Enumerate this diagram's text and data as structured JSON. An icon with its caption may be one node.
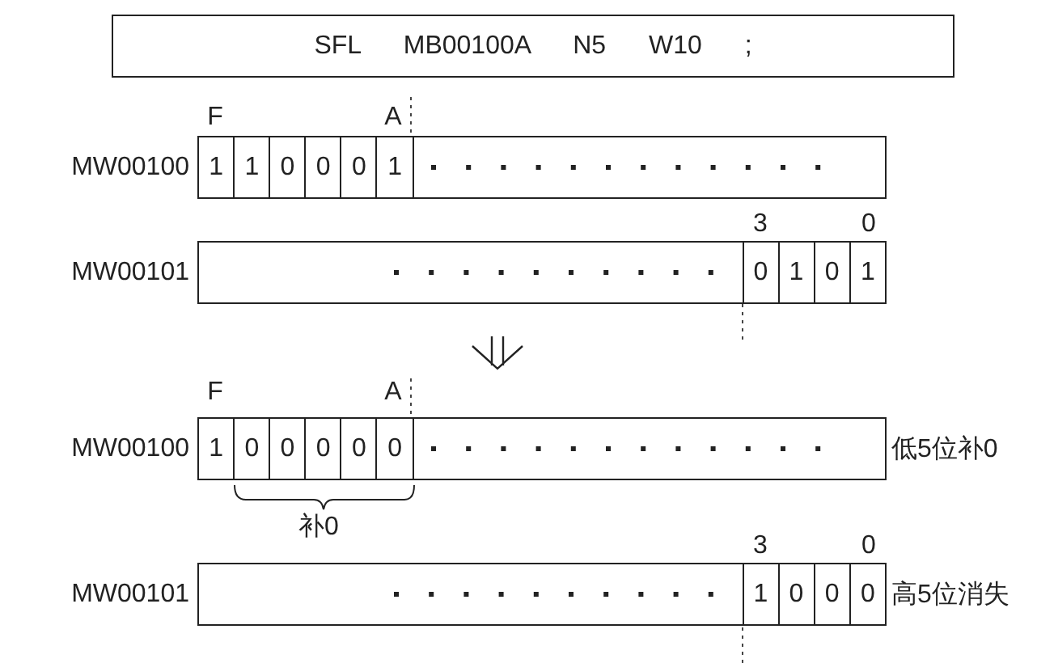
{
  "diagram": {
    "nodes": [
      {
        "text": [
          "SFL MB00100A N5 W10 ;"
        ]
      },
      {
        "text": [
          "MW00100"
        ]
      },
      {
        "text": [
          "1"
        ],
        "in": 1
      },
      {
        "text": [
          "1"
        ],
        "in": 1
      },
      {
        "text": [
          "0"
        ],
        "in": 1
      },
      {
        "text": [
          "0"
        ],
        "in": 1
      },
      {
        "text": [
          "0"
        ],
        "in": 1
      },
      {
        "text": [
          "1"
        ],
        "in": 1
      },
      {
        "text": [
          "MW00101"
        ]
      },
      {
        "text": [
          "0"
        ],
        "in": 8
      },
      {
        "text": [
          "1"
        ],
        "in": 8
      },
      {
        "text": [
          "0"
        ],
        "in": 8
      },
      {
        "text": [
          "1"
        ],
        "in": 8
      },
      {
        "text": [
          "MW00100"
        ],
        "beside": [
          "低5位补0"
        ]
      },
      {
        "text": [
          "1"
        ],
        "in": 13
      },
      {
        "text": [
          "0"
        ],
        "in": 13
      },
      {
        "text": [
          "0"
        ],
        "in": 13
      },
      {
        "text": [
          "0"
        ],
        "in": 13
      },
      {
        "text": [
          "0"
        ],
        "in": 13
      },
      {
        "text": [
          "0"
        ],
        "in": 13
      },
      {
        "text": [
          "MW00101"
        ],
        "beside": [
          "高5位消失"
        ]
      },
      {
        "text": [
          "1"
        ],
        "in": 20
      },
      {
        "text": [
          "0"
        ],
        "in": 20
      },
      {
        "text": [
          "0"
        ],
        "in": 20
      },
      {
        "text": [
          "0"
        ],
        "in": 20
      }
    ],
    "edges": [],
    "labels": [
      "F",
      "A",
      "3",
      "0",
      "F",
      "A",
      "补0",
      "3",
      "0"
    ]
  }
}
